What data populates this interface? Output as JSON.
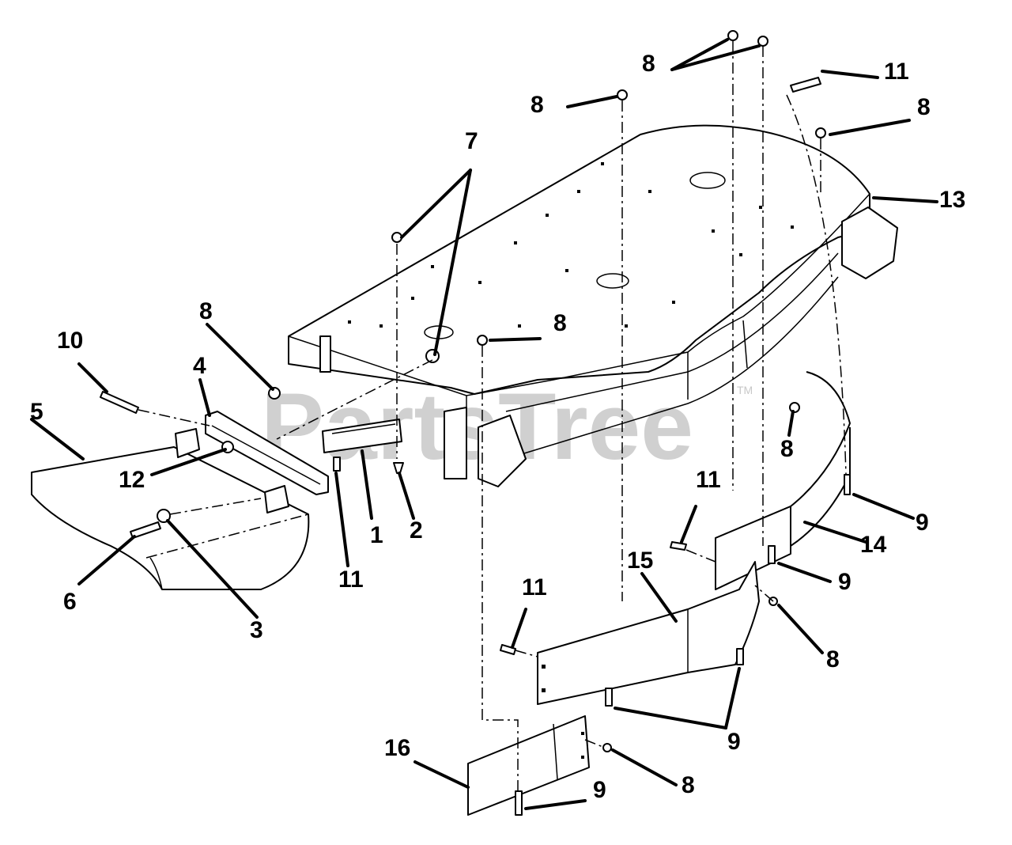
{
  "watermark": {
    "text": "PartsTree",
    "mark": "TM",
    "color": "#c8c8c8"
  },
  "callouts": [
    {
      "id": "c-8-top",
      "label": "8"
    },
    {
      "id": "c-11-top",
      "label": "11"
    },
    {
      "id": "c-8-upper-left",
      "label": "8"
    },
    {
      "id": "c-8-upper-right",
      "label": "8"
    },
    {
      "id": "c-7",
      "label": "7"
    },
    {
      "id": "c-13",
      "label": "13"
    },
    {
      "id": "c-8-left",
      "label": "8"
    },
    {
      "id": "c-8-center",
      "label": "8"
    },
    {
      "id": "c-10",
      "label": "10"
    },
    {
      "id": "c-4",
      "label": "4"
    },
    {
      "id": "c-5",
      "label": "5"
    },
    {
      "id": "c-12",
      "label": "12"
    },
    {
      "id": "c-1",
      "label": "1"
    },
    {
      "id": "c-2",
      "label": "2"
    },
    {
      "id": "c-11-left",
      "label": "11"
    },
    {
      "id": "c-6",
      "label": "6"
    },
    {
      "id": "c-3",
      "label": "3"
    },
    {
      "id": "c-8-right-mid",
      "label": "8"
    },
    {
      "id": "c-11-mid",
      "label": "11"
    },
    {
      "id": "c-9-right",
      "label": "9"
    },
    {
      "id": "c-14",
      "label": "14"
    },
    {
      "id": "c-9-mid",
      "label": "9"
    },
    {
      "id": "c-15",
      "label": "15"
    },
    {
      "id": "c-11-lower",
      "label": "11"
    },
    {
      "id": "c-8-lower-right",
      "label": "8"
    },
    {
      "id": "c-9-lower",
      "label": "9"
    },
    {
      "id": "c-16",
      "label": "16"
    },
    {
      "id": "c-8-bottom",
      "label": "8"
    },
    {
      "id": "c-9-bottom",
      "label": "9"
    }
  ]
}
